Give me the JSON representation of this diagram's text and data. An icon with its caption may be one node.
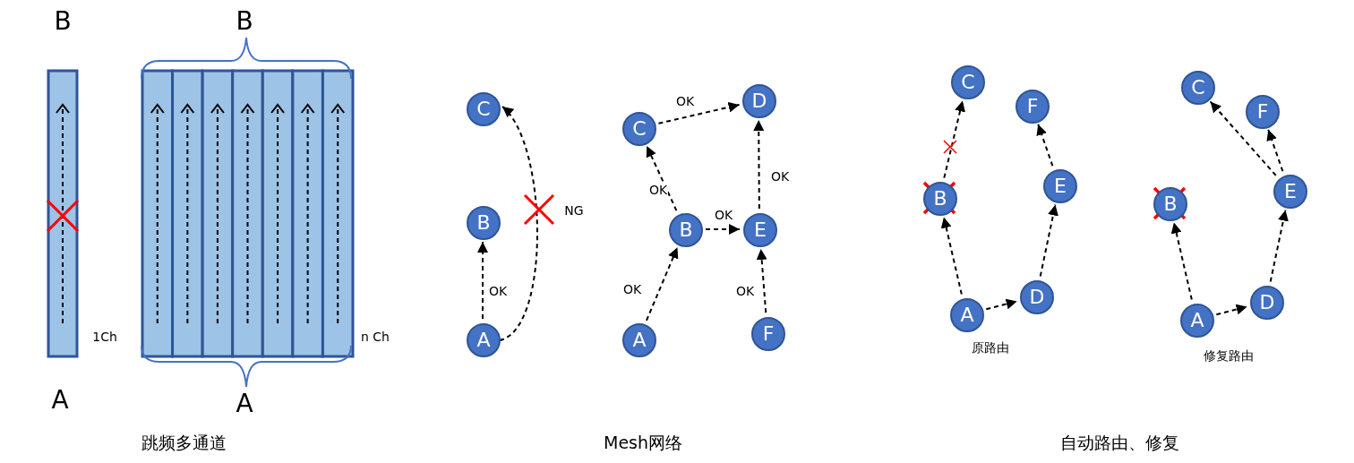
{
  "diagram": {
    "nodes": [
      {
        "text": [
          "C"
        ]
      },
      {
        "text": [
          "B"
        ]
      },
      {
        "text": [
          "A"
        ]
      },
      {
        "text": [
          "C"
        ]
      },
      {
        "text": [
          "D"
        ]
      },
      {
        "text": [
          "B"
        ]
      },
      {
        "text": [
          "E"
        ]
      },
      {
        "text": [
          "A"
        ]
      },
      {
        "text": [
          "F"
        ]
      },
      {
        "text": [
          "C"
        ]
      },
      {
        "text": [
          "F"
        ]
      },
      {
        "text": [
          "B"
        ]
      },
      {
        "text": [
          "E"
        ]
      },
      {
        "text": [
          "A"
        ]
      },
      {
        "text": [
          "D"
        ]
      },
      {
        "text": [
          "C"
        ]
      },
      {
        "text": [
          "F"
        ]
      },
      {
        "text": [
          "B"
        ]
      },
      {
        "text": [
          "E"
        ]
      },
      {
        "text": [
          "A"
        ]
      },
      {
        "text": [
          "D"
        ]
      }
    ],
    "edges": [
      {
        "from": 2,
        "to": 1,
        "arrow": "to",
        "label": "OK"
      },
      {
        "from": 2,
        "to": 0,
        "arrow": "to",
        "label": "NG"
      },
      {
        "from": 7,
        "to": 5,
        "arrow": "to",
        "label": "OK"
      },
      {
        "from": 5,
        "to": 3,
        "arrow": "to",
        "label": "OK"
      },
      {
        "from": 3,
        "to": 4,
        "arrow": "to",
        "label": "OK"
      },
      {
        "from": 5,
        "to": 6,
        "arrow": "to",
        "label": "OK"
      },
      {
        "from": 6,
        "to": 4,
        "arrow": "to",
        "label": "OK"
      },
      {
        "from": 8,
        "to": 6,
        "arrow": "to",
        "label": "OK"
      },
      {
        "from": 13,
        "to": 11,
        "arrow": "to"
      },
      {
        "from": 11,
        "to": 9,
        "arrow": "to"
      },
      {
        "from": 13,
        "to": 14,
        "arrow": "to"
      },
      {
        "from": 14,
        "to": 12,
        "arrow": "to"
      },
      {
        "from": 12,
        "to": 10,
        "arrow": "to"
      },
      {
        "from": 19,
        "to": 17,
        "arrow": "to"
      },
      {
        "from": 19,
        "to": 20,
        "arrow": "to"
      },
      {
        "from": 20,
        "to": 18,
        "arrow": "to"
      },
      {
        "from": 18,
        "to": 16,
        "arrow": "to"
      },
      {
        "from": 18,
        "to": 15,
        "arrow": "to"
      }
    ],
    "labels": [
      "B",
      "B",
      "1Ch",
      "n Ch",
      "A",
      "A",
      "原路由",
      "修复路由",
      "跳频多通道",
      "Mesh网络",
      "自动路由、修复"
    ]
  }
}
